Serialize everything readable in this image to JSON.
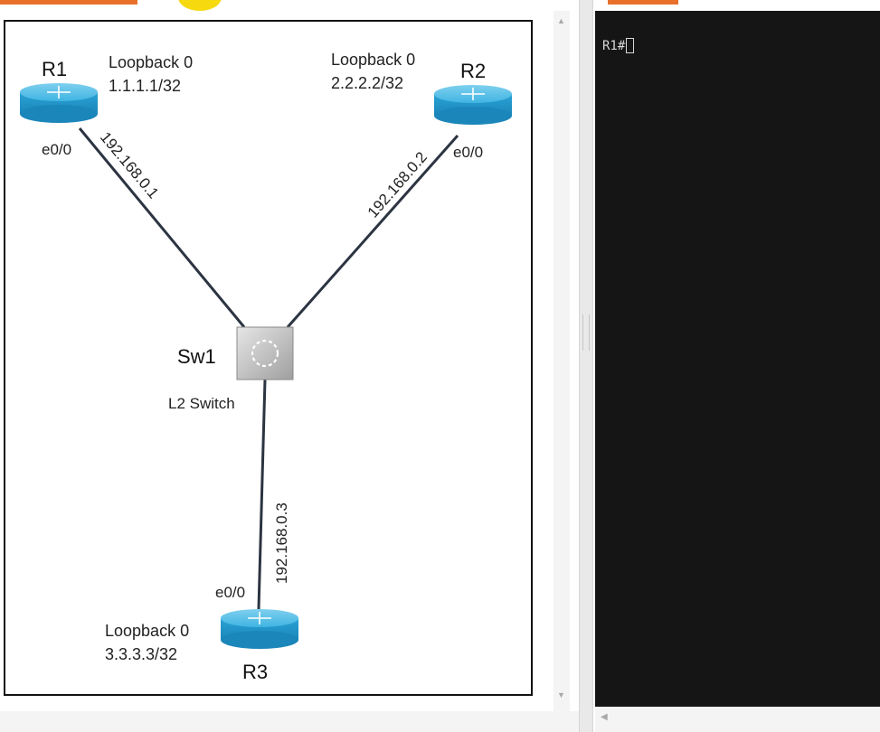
{
  "topology": {
    "routers": [
      {
        "name": "R1",
        "loopback_label": "Loopback 0",
        "loopback_ip": "1.1.1.1/32",
        "interface": "e0/0",
        "link_ip": "192.168.0.1"
      },
      {
        "name": "R2",
        "loopback_label": "Loopback 0",
        "loopback_ip": "2.2.2.2/32",
        "interface": "e0/0",
        "link_ip": "192.168.0.2"
      },
      {
        "name": "R3",
        "loopback_label": "Loopback 0",
        "loopback_ip": "3.3.3.3/32",
        "interface": "e0/0",
        "link_ip": "192.168.0.3"
      }
    ],
    "switch": {
      "name": "Sw1",
      "type": "L2 Switch"
    }
  },
  "terminal": {
    "prompt": "R1#"
  },
  "colors": {
    "tab_accent": "#e8702a",
    "router_blue": "#2aa7d8",
    "link_color": "#2c3442",
    "terminal_bg": "#151515",
    "terminal_fg": "#d8d8d8"
  },
  "icons": {
    "scroll_up": "▲",
    "scroll_down": "▼",
    "scroll_left": "◀"
  }
}
